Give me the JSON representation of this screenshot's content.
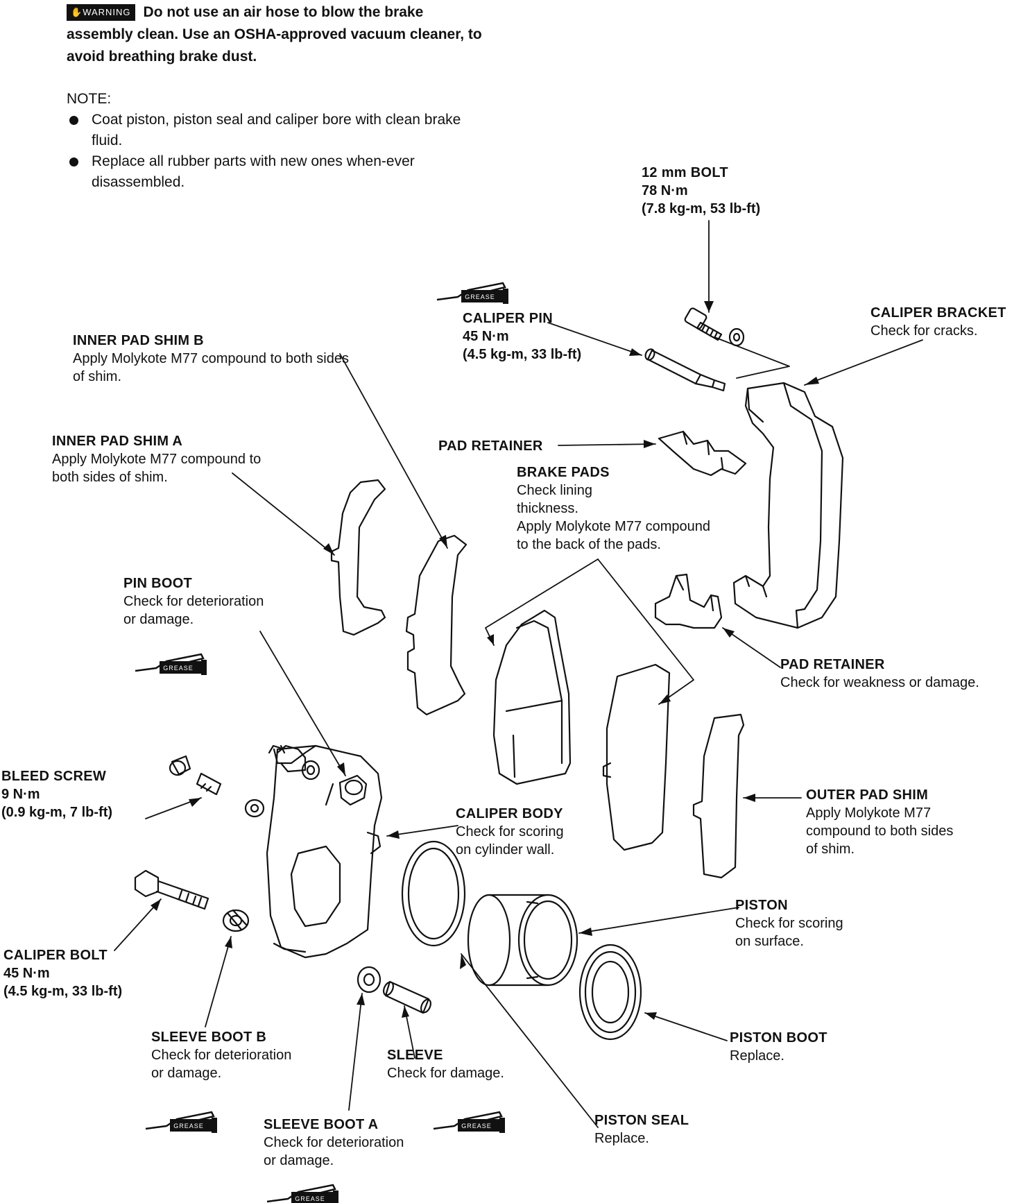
{
  "warning": {
    "badge": "WARNING",
    "text": "Do not use an air hose to blow the brake assembly clean. Use an OSHA-approved vacuum cleaner, to avoid breathing brake dust."
  },
  "note": {
    "heading": "NOTE:",
    "bullets": [
      "Coat piston, piston seal  and caliper bore with clean brake fluid.",
      "Replace all rubber parts with new ones when-ever disassembled."
    ]
  },
  "grease_label": "GREASE",
  "labels": {
    "bolt12": {
      "title": "12 mm BOLT",
      "lines": [
        "78 N·m",
        "(7.8 kg-m, 53 lb-ft)"
      ]
    },
    "caliper_bracket": {
      "title": "CALIPER BRACKET",
      "lines": [
        "Check for cracks."
      ]
    },
    "caliper_pin": {
      "title": "CALIPER PIN",
      "lines": [
        "45 N·m",
        "(4.5 kg-m, 33 lb-ft)"
      ]
    },
    "inner_pad_shim_b": {
      "title": "INNER PAD SHIM B",
      "lines": [
        "Apply Molykote M77 compound to both sides",
        "of shim."
      ]
    },
    "inner_pad_shim_a": {
      "title": "INNER PAD SHIM A",
      "lines": [
        "Apply Molykote M77 compound to",
        "both sides of shim."
      ]
    },
    "pad_retainer_top": {
      "title": "PAD RETAINER",
      "lines": []
    },
    "brake_pads": {
      "title": "BRAKE PADS",
      "lines": [
        "Check lining",
        "thickness.",
        "Apply Molykote M77 compound",
        "to the back of the pads."
      ]
    },
    "pin_boot": {
      "title": "PIN BOOT",
      "lines": [
        "Check for deterioration",
        "or damage."
      ]
    },
    "pad_retainer_bottom": {
      "title": "PAD RETAINER",
      "lines": [
        "Check for weakness or damage."
      ]
    },
    "bleed_screw": {
      "title": "BLEED SCREW",
      "lines": [
        "9 N·m",
        "(0.9 kg-m, 7 lb-ft)"
      ]
    },
    "outer_pad_shim": {
      "title": "OUTER PAD SHIM",
      "lines": [
        "Apply Molykote M77",
        "compound to both sides",
        "of shim."
      ]
    },
    "caliper_body": {
      "title": "CALIPER BODY",
      "lines": [
        "Check for scoring",
        "on cylinder wall."
      ]
    },
    "piston": {
      "title": "PISTON",
      "lines": [
        "Check for scoring",
        "on surface."
      ]
    },
    "caliper_bolt": {
      "title": "CALIPER BOLT",
      "lines": [
        "45 N·m",
        "(4.5 kg-m, 33 lb-ft)"
      ]
    },
    "piston_boot": {
      "title": "PISTON BOOT",
      "lines": [
        "Replace."
      ]
    },
    "sleeve_boot_b": {
      "title": "SLEEVE BOOT B",
      "lines": [
        "Check for deterioration",
        "or damage."
      ]
    },
    "sleeve": {
      "title": "SLEEVE",
      "lines": [
        "Check for damage."
      ]
    },
    "sleeve_boot_a": {
      "title": "SLEEVE BOOT A",
      "lines": [
        "Check for deterioration",
        "or damage."
      ]
    },
    "piston_seal": {
      "title": "PISTON SEAL",
      "lines": [
        "Replace."
      ]
    }
  }
}
